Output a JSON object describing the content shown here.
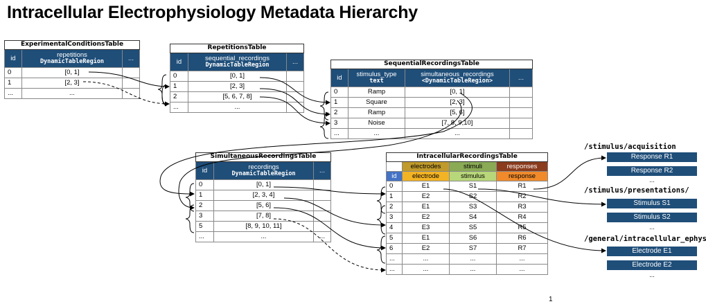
{
  "title": "Intracellular Electrophysiology Metadata Hierarchy",
  "page_number": "1",
  "ect": {
    "caption": "ExperimentalConditionsTable",
    "headers": [
      "id",
      "repetitions",
      "DynamicTableRegion",
      "..."
    ],
    "rows": [
      [
        "0",
        "[0, 1]"
      ],
      [
        "1",
        "[2, 3]"
      ],
      [
        "...",
        "..."
      ]
    ]
  },
  "rt": {
    "caption": "RepetitionsTable",
    "headers": [
      "id",
      "sequential_recordings",
      "DynamicTableRegion",
      "..."
    ],
    "rows": [
      [
        "0",
        "[0, 1]"
      ],
      [
        "1",
        "[2, 3]"
      ],
      [
        "2",
        "[5, 6, 7, 8]"
      ],
      [
        "...",
        "..."
      ]
    ]
  },
  "sqt": {
    "caption": "SequentialRecordingsTable",
    "headers": [
      "id",
      "stimulus_type",
      "text",
      "simultaneous_recordings",
      "<DynamicTableRegion>",
      "..."
    ],
    "rows": [
      [
        "0",
        "Ramp",
        "[0, 1]"
      ],
      [
        "1",
        "Square",
        "[2, 3]"
      ],
      [
        "2",
        "Ramp",
        "[5, 6]"
      ],
      [
        "3",
        "Noise",
        "[7, 8, 9,10]"
      ],
      [
        "...",
        "...",
        "..."
      ]
    ]
  },
  "sit": {
    "caption": "SimultaneousRecordingsTable",
    "headers": [
      "id",
      "recordings",
      "DynamicTableRegion",
      "..."
    ],
    "rows": [
      [
        "0",
        "[0, 1]"
      ],
      [
        "1",
        "[2, 3, 4]"
      ],
      [
        "2",
        "[5, 6]"
      ],
      [
        "3",
        "[7, 8]"
      ],
      [
        "5",
        "[8, 9, 10, 11]"
      ],
      [
        "...",
        "..."
      ]
    ]
  },
  "irt": {
    "caption": "IntracellularRecordingsTable",
    "groups": [
      "electrodes",
      "stimuli",
      "responses"
    ],
    "subheaders": [
      "id",
      "electrode",
      "stimulus",
      "response"
    ],
    "rows": [
      [
        "0",
        "E1",
        "S1",
        "R1"
      ],
      [
        "1",
        "E2",
        "S2",
        "R2"
      ],
      [
        "2",
        "E1",
        "S3",
        "R3"
      ],
      [
        "3",
        "E2",
        "S4",
        "R4"
      ],
      [
        "4",
        "E3",
        "S5",
        "R5"
      ],
      [
        "5",
        "E1",
        "S6",
        "R6"
      ],
      [
        "6",
        "E2",
        "S7",
        "R7"
      ],
      [
        "...",
        "...",
        "...",
        "..."
      ],
      [
        "...",
        "...",
        "...",
        "..."
      ]
    ]
  },
  "sections": {
    "acquisition": {
      "label": "/stimulus/acquisition",
      "items": [
        "Response R1",
        "Response R2"
      ],
      "more": "..."
    },
    "presentations": {
      "label": "/stimulus/presentations/",
      "items": [
        "Stimulus S1",
        "Stimulus S2"
      ],
      "more": "..."
    },
    "ephys": {
      "label": "/general/intracellular_ephys",
      "items": [
        "Electrode E1",
        "Electrode E2"
      ],
      "more": "..."
    }
  },
  "colors": {
    "header_blue": "#1f4e79",
    "electrodes_group": "#c09a2b",
    "stimuli_group": "#8aaa55",
    "responses_group": "#8a3c1d",
    "id_sub": "#4472c4",
    "electrode_sub": "#f2b324",
    "stimulus_sub": "#b8d77a",
    "response_sub": "#f08a2b"
  }
}
